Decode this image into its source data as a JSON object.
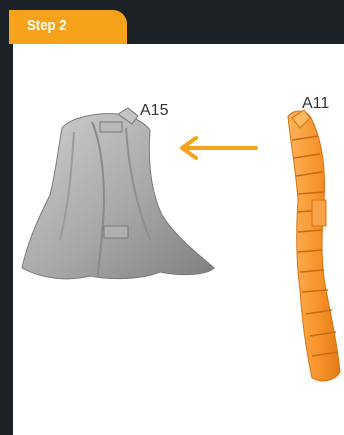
{
  "step": {
    "label": "Step 2"
  },
  "parts": {
    "target": {
      "label": "A15",
      "color": "#9a9a9a"
    },
    "source": {
      "label": "A11",
      "color": "#f79a2e"
    }
  },
  "arrow": {
    "color": "#f7a21b",
    "direction": "left"
  },
  "colors": {
    "frame": "#1c2126",
    "panel": "#ffffff",
    "tab": "#f7a21b"
  }
}
